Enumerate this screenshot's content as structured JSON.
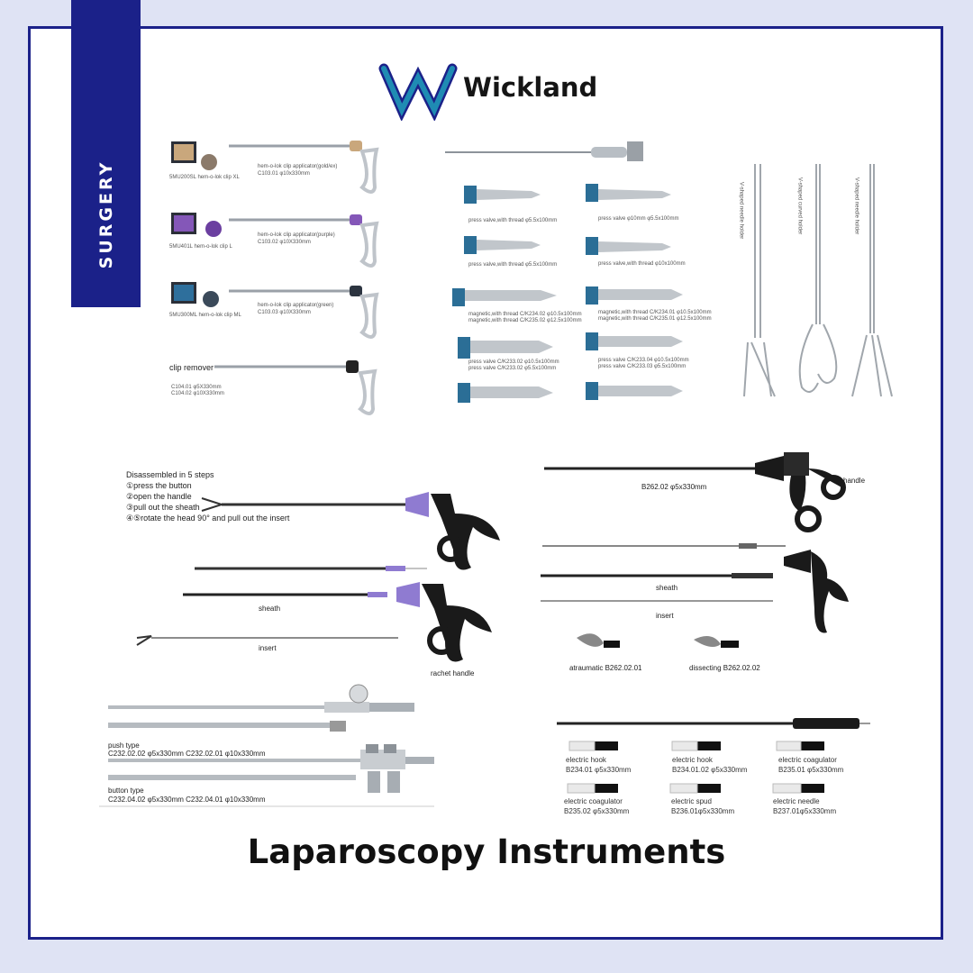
{
  "brand": {
    "name": "Wickland",
    "section": "SURGERY",
    "accent": "#1b2189",
    "logo_colors": [
      "#1f8bb3",
      "#1b2189"
    ]
  },
  "title": "Laparoscopy Instruments",
  "clip_applier_panel": {
    "items": [
      {
        "cartridge": "5MU200SL hem-o-lok clip XL",
        "name": "hem-o-lok clip applicator(gold/ex)",
        "spec": "C103.01  φ10x330mm",
        "color": "#c9a77c"
      },
      {
        "cartridge": "5MU401L hem-o-lok clip L",
        "name": "hem-o-lok clip applicator(purple)",
        "spec": "C103.02  φ10X330mm",
        "color": "#8457b8"
      },
      {
        "cartridge": "5MU300ML hem-o-lok clip ML",
        "name": "hem-o-lok clip applicator(green)",
        "spec": "C103.03  φ10X330mm",
        "color": "#2c3440"
      }
    ],
    "remover": {
      "label": "clip  remover",
      "spec1": "C104.01  φ5X330mm",
      "spec2": "C104.02  φ10X330mm"
    }
  },
  "trocar_panel": {
    "left": [
      "press valve,with thread φ5.5x100mm",
      "press valve,with thread φ5.5x100mm",
      "magnetic,with thread C/K234.02  φ10.5x100mm",
      "magnetic,with thread C/K235.02  φ12.5x100mm",
      "press valve C/K233.02  φ10.5x100mm",
      "press valve C/K233.02  φ5.5x100mm"
    ],
    "right": [
      "press valve φ10mm φ5.5x100mm",
      "press valve,with thread φ10x100mm",
      "magnetic,with thread C/K234.01  φ10.5x100mm",
      "magnetic,with thread C/K235.01  φ12.5x100mm",
      "press valve C/K233.04  φ10.5x100mm",
      "press valve C/K233.03  φ5.5x100mm"
    ]
  },
  "needle_holder_panel": {
    "labels": [
      "V-shaped needle holder",
      "V-shaped curved holder",
      "V-shaped needle holder"
    ]
  },
  "disassembly": {
    "heading": "Disassembled in 5 steps",
    "steps": [
      "①press the button",
      "②open the handle",
      "③pull out the sheath",
      "④⑤rotate the head 90° and pull out the insert"
    ],
    "sheath": "sheath",
    "insert": "insert",
    "handle": "rachet handle"
  },
  "grasper_panel": {
    "spec": "B262.02  φ5x330mm",
    "handle": "handle",
    "sheath": "sheath",
    "insert": "insert",
    "tips": [
      {
        "label": "atraumatic   B262.02.01"
      },
      {
        "label": "dissecting   B262.02.02"
      }
    ]
  },
  "suction_panel": {
    "push_type": "push type",
    "push_specs": "C232.02.02  φ5x330mm     C232.02.01  φ10x330mm",
    "button_type": "button type",
    "button_specs": "C232.04.02  φ5x330mm     C232.04.01  φ10x330mm"
  },
  "electrode_panel": {
    "items": [
      {
        "name": "electric hook",
        "spec": "B234.01  φ5x330mm"
      },
      {
        "name": "electric hook",
        "spec": "B234.01.02  φ5x330mm"
      },
      {
        "name": "electric coagulator",
        "spec": "B235.01  φ5x330mm"
      },
      {
        "name": "electric coagulator",
        "spec": "B235.02  φ5x330mm"
      },
      {
        "name": "electric spud",
        "spec": "B236.01φ5x330mm"
      },
      {
        "name": "electric needle",
        "spec": "B237.01φ5x330mm"
      }
    ]
  }
}
